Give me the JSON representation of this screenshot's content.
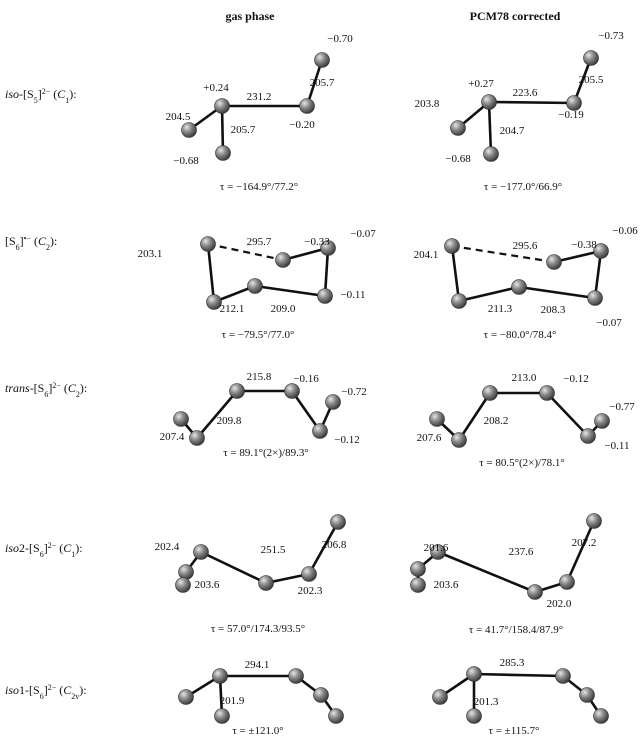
{
  "headers": {
    "gas": "gas phase",
    "pcm": "PCM78 corrected"
  },
  "rows": [
    {
      "label_parts": [
        {
          "t": "iso",
          "i": true
        },
        {
          "t": "-[S"
        },
        {
          "t": "5",
          "sub": true
        },
        {
          "t": "]"
        },
        {
          "t": "2−",
          "sup": true
        },
        {
          "t": " ("
        },
        {
          "t": "C",
          "i": true
        },
        {
          "t": "1",
          "sub": true
        },
        {
          "t": "):"
        }
      ],
      "gas": {
        "values": [
          "−0.70",
          "205.7",
          "+0.24",
          "231.2",
          "204.5",
          "205.7",
          "−0.20",
          "−0.68"
        ],
        "tau": "τ = −164.9°/77.2°"
      },
      "pcm": {
        "values": [
          "−0.73",
          "205.5",
          "+0.27",
          "223.6",
          "203.8",
          "204.7",
          "−0.19",
          "−0.68"
        ],
        "tau": "τ = −177.0°/66.9°"
      }
    },
    {
      "label_parts": [
        {
          "t": "[S"
        },
        {
          "t": "6",
          "sub": true
        },
        {
          "t": "]"
        },
        {
          "t": "•−",
          "sup": true
        },
        {
          "t": " ("
        },
        {
          "t": "C",
          "i": true
        },
        {
          "t": "2",
          "sub": true
        },
        {
          "t": "):"
        }
      ],
      "gas": {
        "values": [
          "295.7",
          "−0.33",
          "−0.07",
          "203.1",
          "212.1",
          "209.0",
          "−0.11"
        ],
        "tau": "τ = −79.5°/77.0°"
      },
      "pcm": {
        "values": [
          "295.6",
          "−0.38",
          "−0.06",
          "204.1",
          "211.3",
          "208.3",
          "−0.07"
        ],
        "tau": "τ = −80.0°/78.4°"
      }
    },
    {
      "label_parts": [
        {
          "t": "trans",
          "i": true
        },
        {
          "t": "-[S"
        },
        {
          "t": "6",
          "sub": true
        },
        {
          "t": "]"
        },
        {
          "t": "2−",
          "sup": true
        },
        {
          "t": " ("
        },
        {
          "t": "C",
          "i": true
        },
        {
          "t": "2",
          "sub": true
        },
        {
          "t": "):"
        }
      ],
      "gas": {
        "values": [
          "215.8",
          "−0.16",
          "−0.72",
          "209.8",
          "207.4",
          "−0.12"
        ],
        "tau": "τ = 89.1°(2×)/89.3°"
      },
      "pcm": {
        "values": [
          "213.0",
          "−0.12",
          "−0.77",
          "208.2",
          "207.6",
          "−0.11"
        ],
        "tau": "τ = 80.5°(2×)/78.1°"
      }
    },
    {
      "label_parts": [
        {
          "t": "iso",
          "i": true
        },
        {
          "t": "2-[S"
        },
        {
          "t": "6",
          "sub": true
        },
        {
          "t": "]"
        },
        {
          "t": "2−",
          "sup": true
        },
        {
          "t": " ("
        },
        {
          "t": "C",
          "i": true
        },
        {
          "t": "1",
          "sub": true
        },
        {
          "t": "):"
        }
      ],
      "gas": {
        "values": [
          "202.4",
          "251.5",
          "206.8",
          "203.6",
          "202.3"
        ],
        "tau": "τ = 57.0°/174.3/93.5°"
      },
      "pcm": {
        "values": [
          "201.6",
          "237.6",
          "207.2",
          "203.6",
          "202.0"
        ],
        "tau": "τ = 41.7°/158.4/87.9°"
      }
    },
    {
      "label_parts": [
        {
          "t": "iso",
          "i": true
        },
        {
          "t": "1-[S"
        },
        {
          "t": "6",
          "sub": true
        },
        {
          "t": "]"
        },
        {
          "t": "2−",
          "sup": true
        },
        {
          "t": " ("
        },
        {
          "t": "C",
          "i": true
        },
        {
          "t": "2v",
          "sub": true
        },
        {
          "t": "):"
        }
      ],
      "gas": {
        "values": [
          "294.1",
          "201.9"
        ],
        "tau": "τ = ±121.0°"
      },
      "pcm": {
        "values": [
          "285.3",
          "201.3"
        ],
        "tau": "τ = ±115.7°"
      }
    }
  ]
}
